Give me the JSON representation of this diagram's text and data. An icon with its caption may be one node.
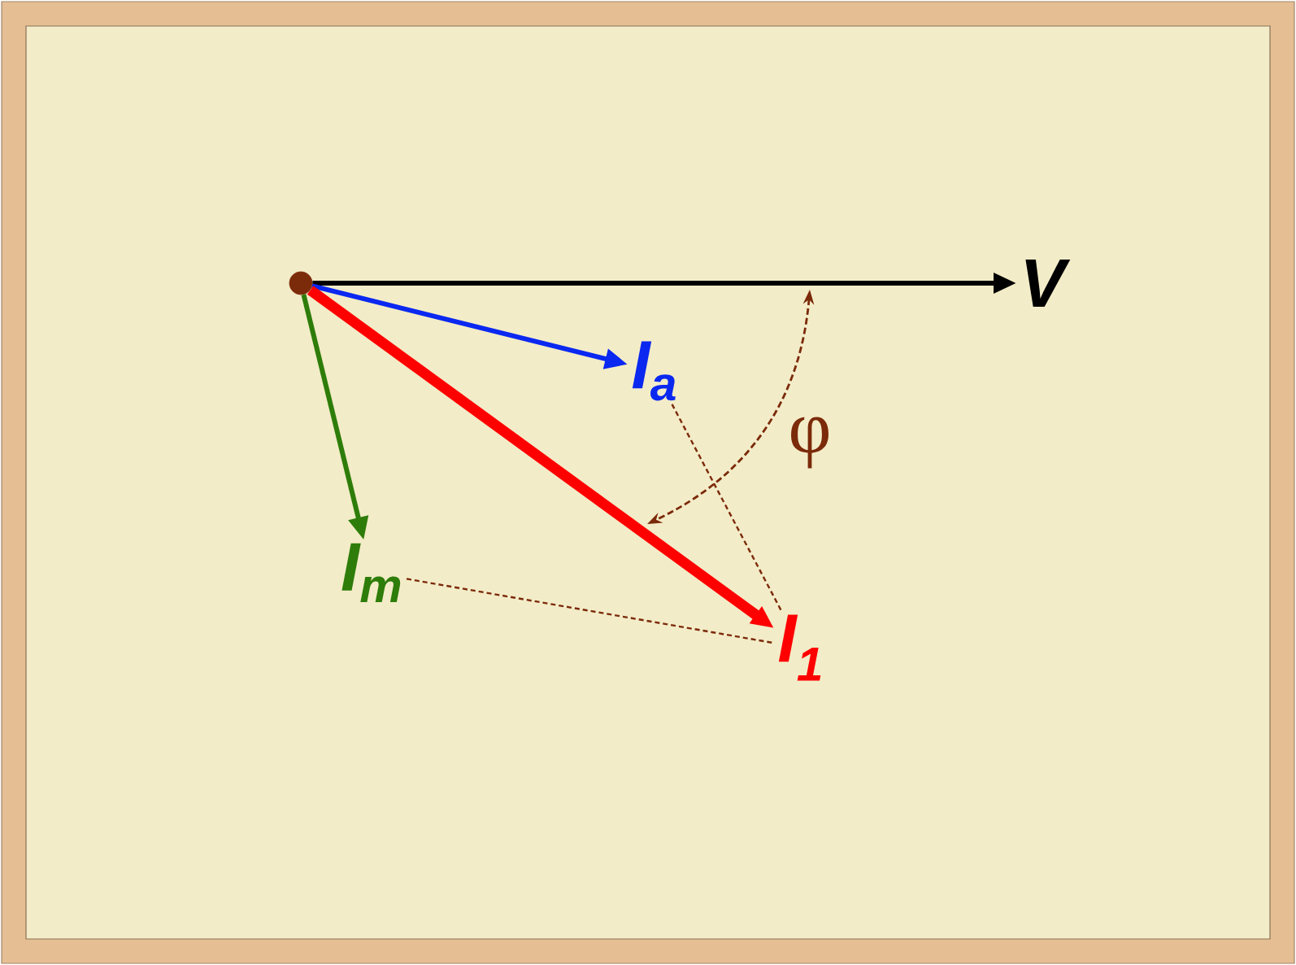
{
  "diagram": {
    "nodes": [
      {
        "text": [],
        "shape": "circle"
      },
      {
        "text": [
          "V"
        ]
      },
      {
        "text": [
          "I$_{a}$"
        ]
      },
      {
        "text": [
          "I$_{m}$"
        ]
      },
      {
        "text": [
          "I$_{1}$"
        ]
      }
    ],
    "edges": [
      {
        "from": 0,
        "to": 1,
        "arrow": "to",
        "color": "#000000"
      },
      {
        "from": 0,
        "to": 2,
        "arrow": "to",
        "color": "#0a28f0"
      },
      {
        "from": 0,
        "to": 3,
        "arrow": "to",
        "color": "#2e7d0a"
      },
      {
        "from": 0,
        "to": 4,
        "arrow": "to",
        "style": "thick",
        "color": "#ff0000"
      },
      {
        "from": 2,
        "to": 4,
        "arrow": "none",
        "style": "dashed",
        "color": "#7b2a0a"
      },
      {
        "from": 3,
        "to": 4,
        "arrow": "none",
        "style": "dashed",
        "color": "#7b2a0a"
      }
    ],
    "labels": [
      "φ"
    ]
  }
}
